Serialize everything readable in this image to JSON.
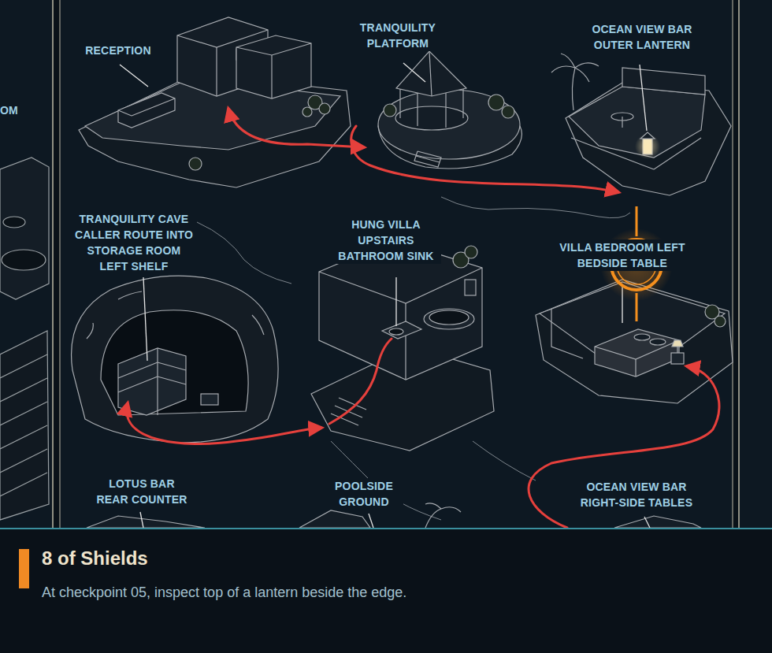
{
  "diagram": {
    "title": "8 of Shields",
    "caption": "At checkpoint 05, inspect top of a lantern beside the edge.",
    "labels": [
      "OM",
      "RECEPTION",
      "TRANQUILITY PLATFORM",
      "OCEAN VIEW BAR OUTER LANTERN",
      "TRANQUILITY CAVE CALLER ROUTE INTO STORAGE ROOM LEFT SHELF",
      "HUNG VILLA UPSTAIRS BATHROOM SINK",
      "VILLA BEDROOM LEFT BEDSIDE TABLE",
      "LOTUS BAR REAR COUNTER",
      "POOLSIDE GROUND",
      "OCEAN VIEW BAR RIGHT-SIDE TABLES"
    ]
  }
}
